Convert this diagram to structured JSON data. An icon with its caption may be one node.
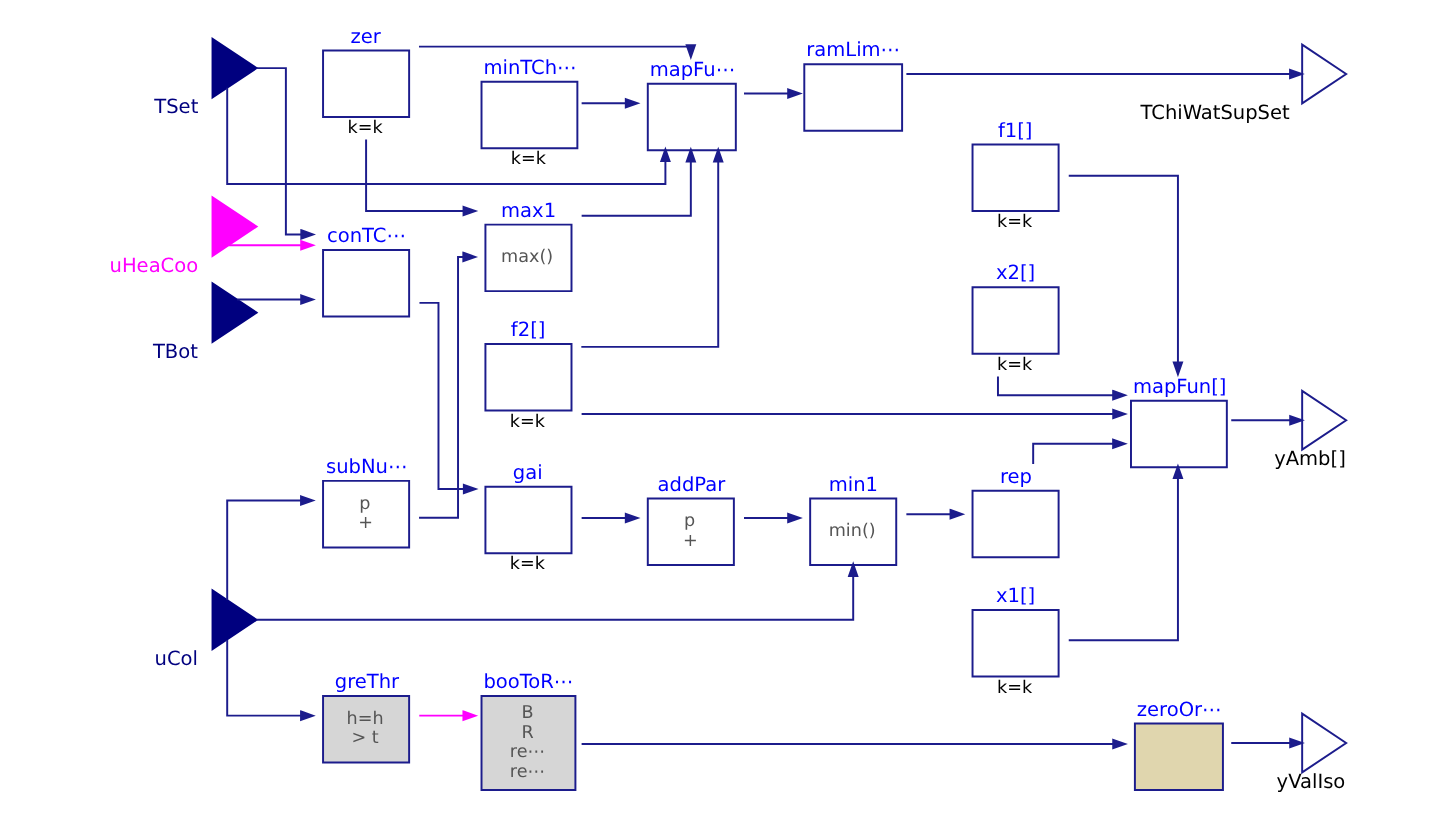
{
  "diagram": {
    "nodes": [
      {
        "text": [
          "uHeaCoo"
        ]
      },
      {
        "text": [
          "TSet"
        ]
      },
      {
        "text": [
          "uCol"
        ]
      },
      {
        "text": [
          "TBot"
        ]
      },
      {
        "text": [
          "subNu⋯",
          "p",
          "+"
        ]
      },
      {
        "text": [
          "zer"
        ],
        "beside": [
          "k=k"
        ]
      },
      {
        "text": [
          "max1",
          "max()"
        ]
      },
      {
        "text": [
          "f2[]"
        ],
        "beside": [
          "k=k"
        ]
      },
      {
        "text": [
          "mapFu⋯"
        ]
      },
      {
        "text": [
          "minTCh⋯"
        ],
        "beside": [
          "k=k"
        ]
      },
      {
        "text": [
          "ramLim⋯"
        ]
      },
      {
        "text": [
          "TChiWatSupSet"
        ]
      },
      {
        "text": [
          "yAmb[]"
        ]
      },
      {
        "text": [
          "yValIso"
        ]
      },
      {
        "text": [
          "conTC⋯"
        ]
      },
      {
        "text": [
          "gai"
        ],
        "beside": [
          "k=k"
        ]
      },
      {
        "text": [
          "addPar",
          "p",
          "+"
        ]
      },
      {
        "text": [
          "min1",
          "min()"
        ]
      },
      {
        "text": [
          "rep"
        ]
      },
      {
        "text": [
          "x1[]"
        ],
        "beside": [
          "k=k"
        ]
      },
      {
        "text": [
          "mapFun[]"
        ]
      },
      {
        "text": [
          "f1[]"
        ],
        "beside": [
          "k=k"
        ]
      },
      {
        "text": [
          "x2[]"
        ],
        "beside": [
          "k=k"
        ]
      },
      {
        "text": [
          "greThr",
          "h=h",
          "> t"
        ]
      },
      {
        "text": [
          "booToR⋯",
          "B",
          "R",
          "re⋯",
          "re⋯"
        ]
      },
      {
        "text": [
          "zeroOr⋯"
        ]
      }
    ],
    "edges": [
      {
        "from": 0,
        "to": 14,
        "arrow": "to",
        "color": "#ff00ff"
      },
      {
        "from": 1,
        "to": 14,
        "arrow": "to"
      },
      {
        "from": 1,
        "to": 8,
        "arrow": "to"
      },
      {
        "from": 2,
        "to": 4,
        "arrow": "to"
      },
      {
        "from": 2,
        "to": 17,
        "arrow": "to"
      },
      {
        "from": 2,
        "to": 23,
        "arrow": "to"
      },
      {
        "from": 3,
        "to": 14,
        "arrow": "to"
      },
      {
        "from": 4,
        "to": 6,
        "arrow": "to"
      },
      {
        "from": 5,
        "to": 6,
        "arrow": "to"
      },
      {
        "from": 5,
        "to": 8,
        "arrow": "to"
      },
      {
        "from": 6,
        "to": 8,
        "arrow": "to"
      },
      {
        "from": 7,
        "to": 8,
        "arrow": "to"
      },
      {
        "from": 9,
        "to": 8,
        "arrow": "to"
      },
      {
        "from": 8,
        "to": 10,
        "arrow": "to"
      },
      {
        "from": 10,
        "to": 11,
        "arrow": "to"
      },
      {
        "from": 14,
        "to": 15,
        "arrow": "to"
      },
      {
        "from": 15,
        "to": 16,
        "arrow": "to"
      },
      {
        "from": 16,
        "to": 17,
        "arrow": "to"
      },
      {
        "from": 17,
        "to": 18,
        "arrow": "to"
      },
      {
        "from": 18,
        "to": 20,
        "arrow": "to"
      },
      {
        "from": 19,
        "to": 20,
        "arrow": "to"
      },
      {
        "from": 21,
        "to": 20,
        "arrow": "to"
      },
      {
        "from": 22,
        "to": 20,
        "arrow": "to"
      },
      {
        "from": 7,
        "to": 20,
        "arrow": "to"
      },
      {
        "from": 20,
        "to": 12,
        "arrow": "to"
      },
      {
        "from": 23,
        "to": 24,
        "arrow": "to",
        "color": "#ff00ff"
      },
      {
        "from": 24,
        "to": 25,
        "arrow": "to"
      },
      {
        "from": 25,
        "to": 13,
        "arrow": "to"
      }
    ]
  }
}
